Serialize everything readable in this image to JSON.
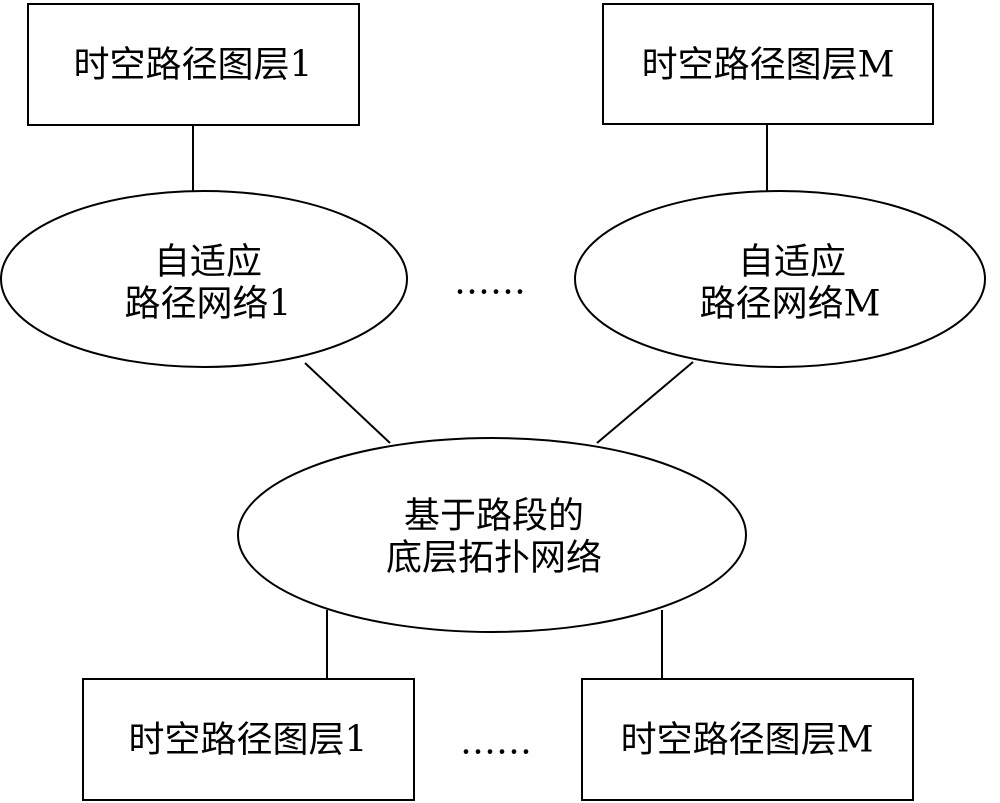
{
  "top_layers": {
    "left_label": "时空路径图层1",
    "right_label": "时空路径图层M"
  },
  "adaptive_networks": {
    "left_line1": "自适应",
    "left_line2": "路径网络1",
    "right_line1": "自适应",
    "right_line2": "路径网络M",
    "ellipsis": "……"
  },
  "base_network": {
    "line1": "基于路段的",
    "line2": "底层拓扑网络"
  },
  "bottom_layers": {
    "left_label": "时空路径图层1",
    "right_label": "时空路径图层M",
    "ellipsis": "……"
  }
}
